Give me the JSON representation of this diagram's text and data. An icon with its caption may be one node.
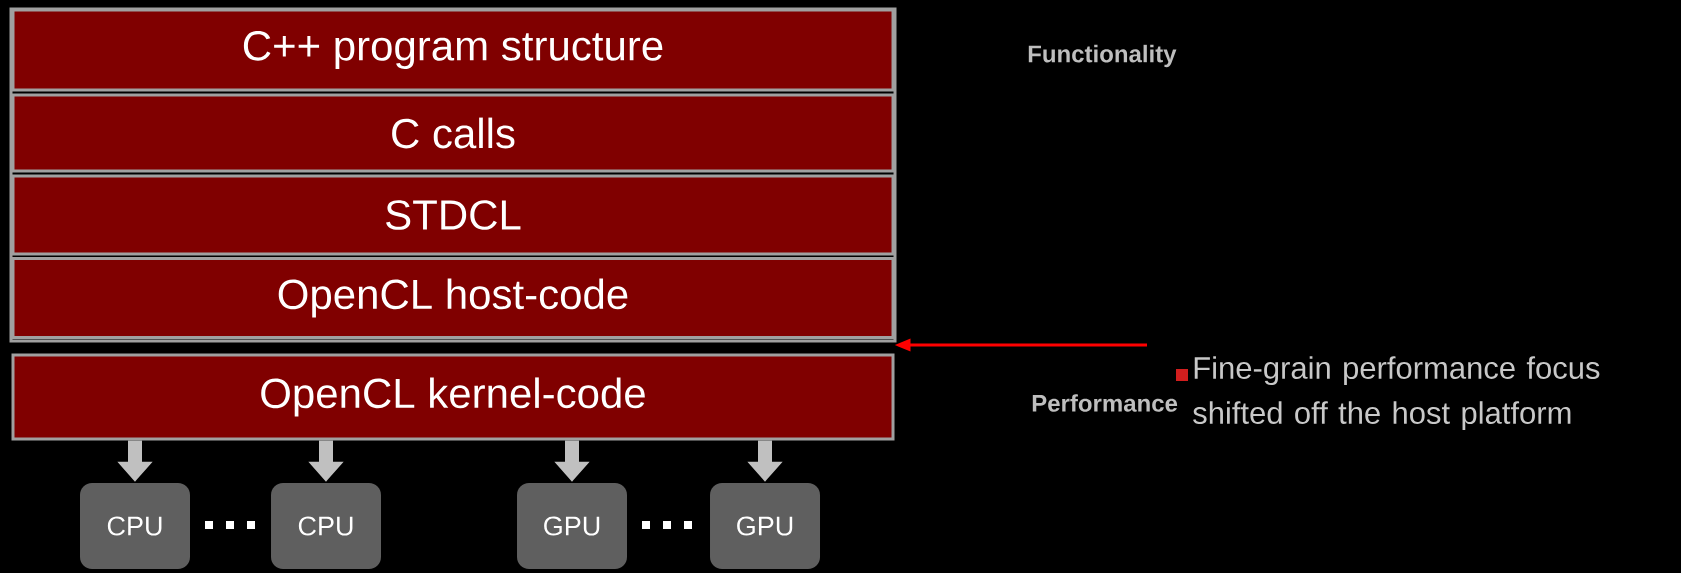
{
  "diagram": {
    "nodes": [
      {
        "text": [
          "C++ program structure"
        ]
      },
      {
        "text": [
          "C calls"
        ]
      },
      {
        "text": [
          "STDCL"
        ]
      },
      {
        "text": [
          "OpenCL host-code"
        ]
      },
      {
        "text": [
          "OpenCL kernel-code"
        ]
      },
      {
        "text": [
          "CPU"
        ]
      },
      {
        "text": [
          "CPU"
        ]
      },
      {
        "text": [
          "GPU"
        ]
      },
      {
        "text": [
          "GPU"
        ]
      },
      {
        "text": [
          "Fine-grain performance focus shifted off the host platform"
        ]
      }
    ],
    "edges": [
      {
        "from": 4,
        "to": 5,
        "arrow": "to"
      },
      {
        "from": 4,
        "to": 6,
        "arrow": "to"
      },
      {
        "from": 4,
        "to": 7,
        "arrow": "to"
      },
      {
        "from": 4,
        "to": 8,
        "arrow": "to"
      },
      {
        "from": 9,
        "to": 3,
        "arrow": "to",
        "color": "#ff0000"
      }
    ],
    "labels": [
      "Functionality",
      "Performance"
    ]
  }
}
